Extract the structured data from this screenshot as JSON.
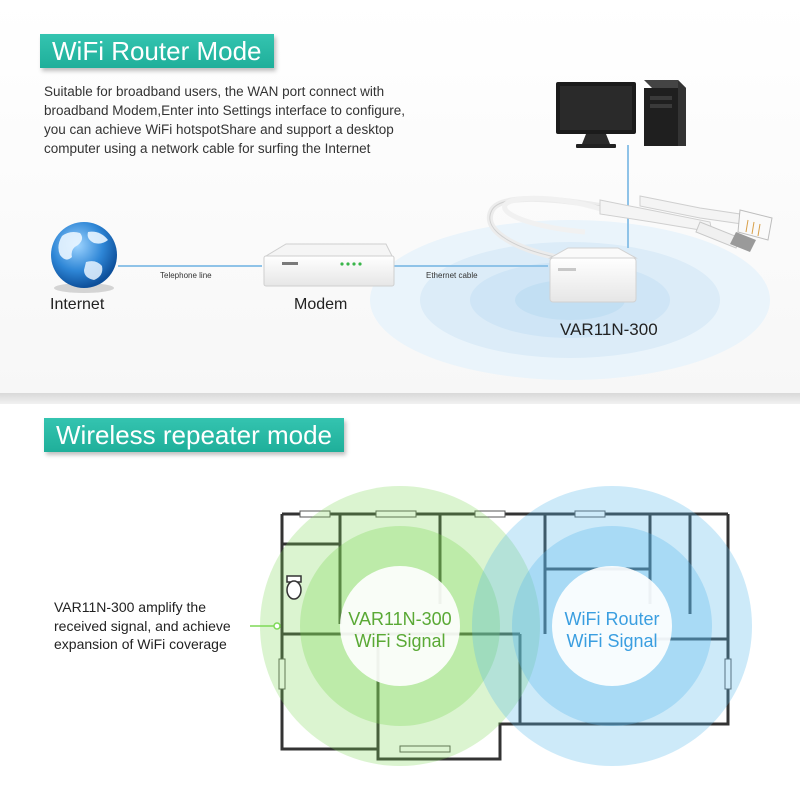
{
  "router_mode": {
    "title": "WiFi Router Mode",
    "description_lines": [
      "Suitable for broadband users, the WAN port connect with",
      "broadband Modem,Enter into Settings interface to configure,",
      "you can achieve WiFi hotspotShare and support a desktop",
      "computer using a network cable for surfing the Internet"
    ],
    "internet_label": "Internet",
    "modem_label": "Modem",
    "telephone_line_label": "Telephone line",
    "ethernet_cable_label": "Ethernet cable",
    "device_label": "VAR11N-300",
    "colors": {
      "accent": "#1fb39f",
      "line": "#8fc3e8",
      "wifi_ring": "#cfe6f6"
    }
  },
  "repeater_mode": {
    "title": "Wireless repeater mode",
    "note_lines": [
      "VAR11N-300 amplify the",
      "received signal, and achieve",
      "expansion of WiFi coverage"
    ],
    "green_circle_lines": [
      "VAR11N-300",
      "WiFi Signal"
    ],
    "blue_circle_lines": [
      "WiFi Router",
      "WiFi Signal"
    ],
    "colors": {
      "green_zone": "#7ed957",
      "blue_zone": "#5ab8ec",
      "green_text": "#5aa935",
      "blue_text": "#3a9ee0"
    }
  }
}
